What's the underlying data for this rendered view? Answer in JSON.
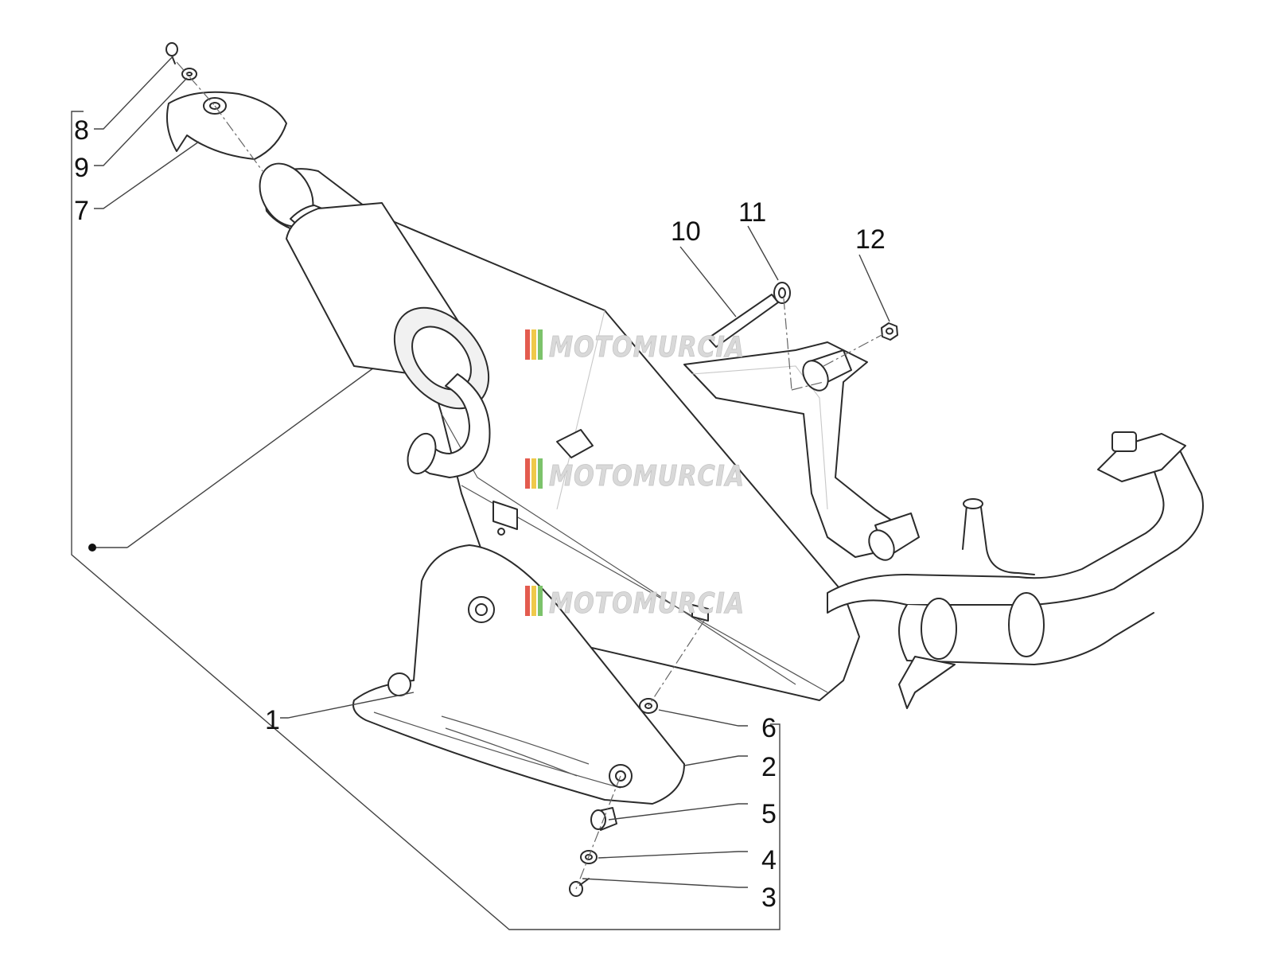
{
  "diagram": {
    "callouts": [
      {
        "id": "1",
        "label": "1"
      },
      {
        "id": "2",
        "label": "2"
      },
      {
        "id": "3",
        "label": "3"
      },
      {
        "id": "4",
        "label": "4"
      },
      {
        "id": "5",
        "label": "5"
      },
      {
        "id": "6",
        "label": "6"
      },
      {
        "id": "7",
        "label": "7"
      },
      {
        "id": "8",
        "label": "8"
      },
      {
        "id": "9",
        "label": "9"
      },
      {
        "id": "10",
        "label": "10"
      },
      {
        "id": "11",
        "label": "11"
      },
      {
        "id": "12",
        "label": "12"
      }
    ],
    "watermark": {
      "text": "MOTOMURCIA",
      "stripe_colors": [
        "#e35b4f",
        "#f0c94a",
        "#7cc36b"
      ]
    },
    "colors": {
      "line": "#2b2b2b",
      "background": "#ffffff"
    }
  }
}
